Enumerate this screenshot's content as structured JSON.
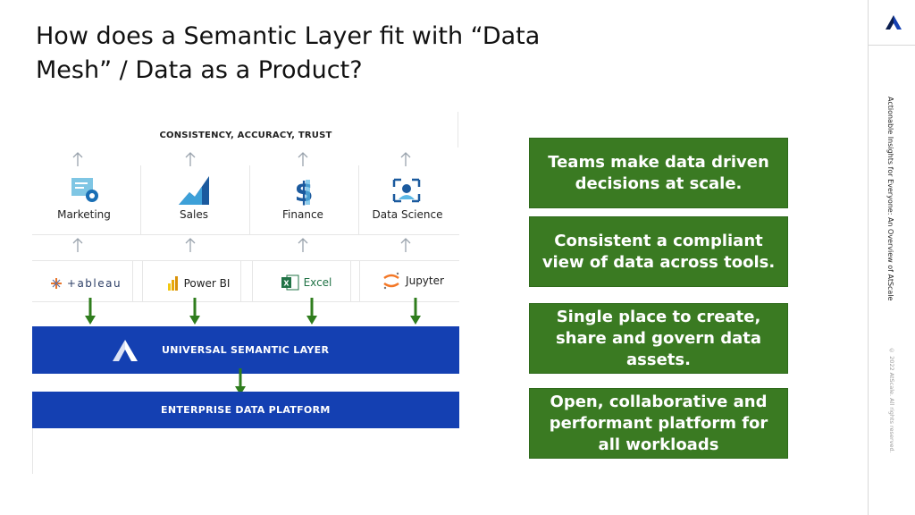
{
  "slide": {
    "title": "How does a Semantic Layer fit with “Data Mesh”  / Data as a Product?"
  },
  "sidebar": {
    "tagline": "Actionable Insights for Everyone: An Overview of AtScale",
    "copyright": "© 2022 AtScale. All rights reserved."
  },
  "diagram": {
    "top_label": "CONSISTENCY, ACCURACY, TRUST",
    "categories": [
      "Marketing",
      "Sales",
      "Finance",
      "Data Science"
    ],
    "tools": [
      "+ableau",
      "Power BI",
      "Excel",
      "Jupyter"
    ],
    "semantic_layer": "UNIVERSAL SEMANTIC LAYER",
    "enterprise_platform": "ENTERPRISE DATA PLATFORM",
    "colors": {
      "band_blue": "#1440b2",
      "arrow_green": "#2f7d1d",
      "box_green": "#3a7a22"
    }
  },
  "benefits": [
    "Teams make data driven decisions at scale.",
    "Consistent a compliant view of data across tools.",
    "Single place to create, share and govern data assets.",
    "Open, collaborative and performant platform for all workloads"
  ]
}
